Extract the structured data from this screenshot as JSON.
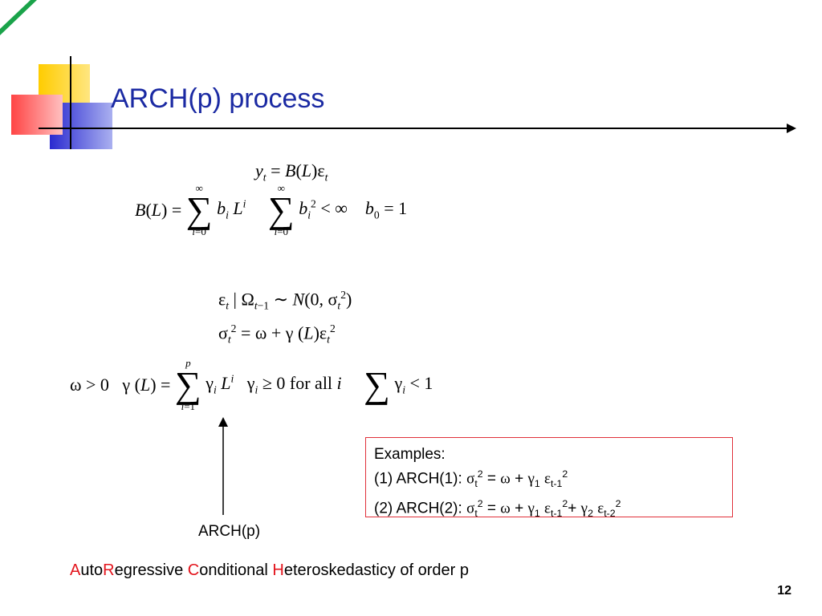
{
  "slide": {
    "title": "ARCH(p) process",
    "page_number": "12"
  },
  "annotation": {
    "arrow_label": "ARCH(p)"
  },
  "examples": {
    "heading": "Examples:",
    "line1_prefix": "(1) ARCH(1): ",
    "line2_prefix": "(2) ARCH(2): "
  },
  "acronym": {
    "parts": [
      {
        "text": "A",
        "red": true
      },
      {
        "text": "uto",
        "red": false
      },
      {
        "text": "R",
        "red": true
      },
      {
        "text": "egressive ",
        "red": false
      },
      {
        "text": "C",
        "red": true
      },
      {
        "text": "onditional ",
        "red": false
      },
      {
        "text": "H",
        "red": true
      },
      {
        "text": "eteroskedasticy of order p",
        "red": false
      }
    ]
  },
  "colors": {
    "title": "#1b2aa3",
    "accent_red": "#e3141c",
    "logo_yellow": "#ffcc00",
    "logo_blue": "#3a3acc",
    "logo_red": "#ff5555",
    "corner_green": "#1aa34a"
  }
}
